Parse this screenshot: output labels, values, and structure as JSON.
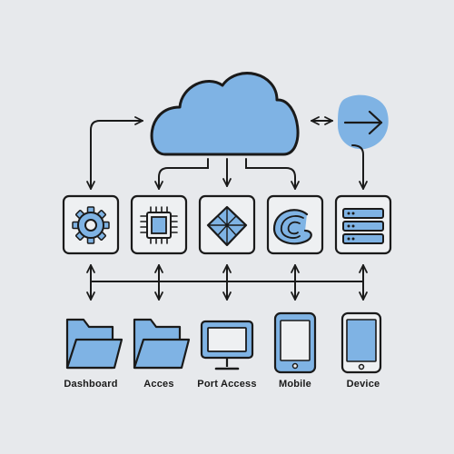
{
  "colors": {
    "background": "#e7e9ec",
    "fill_blue": "#7fb3e4",
    "stroke": "#1a1a1a",
    "tile_fill": "#eef0f2"
  },
  "cloud": {
    "icon": "cloud-icon"
  },
  "accent": {
    "icon": "arrow-right-icon"
  },
  "service_tiles": [
    {
      "icon": "gear-icon"
    },
    {
      "icon": "chip-icon"
    },
    {
      "icon": "diamond-icon"
    },
    {
      "icon": "wave-icon"
    },
    {
      "icon": "server-icon"
    }
  ],
  "endpoints": [
    {
      "icon": "folder-icon",
      "label": "Dashboard"
    },
    {
      "icon": "folder-icon",
      "label": "Acces"
    },
    {
      "icon": "monitor-icon",
      "label": "Port Access"
    },
    {
      "icon": "mobile-phone-icon",
      "label": "Mobile"
    },
    {
      "icon": "tablet-icon",
      "label": "Device"
    }
  ]
}
